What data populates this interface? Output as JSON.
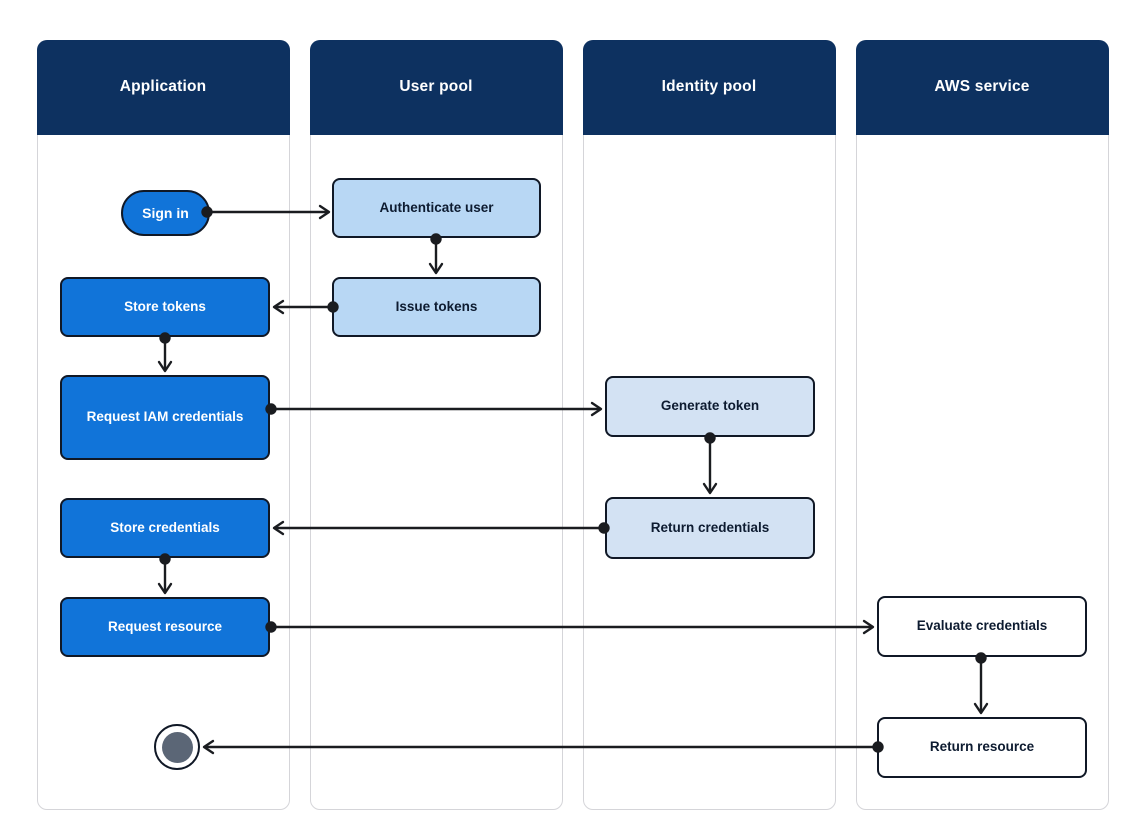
{
  "diagram": {
    "lanes": [
      {
        "id": "application",
        "label": "Application"
      },
      {
        "id": "user-pool",
        "label": "User pool"
      },
      {
        "id": "identity-pool",
        "label": "Identity pool"
      },
      {
        "id": "aws-service",
        "label": "AWS service"
      }
    ],
    "nodes": {
      "sign_in": "Sign in",
      "authenticate_user": "Authenticate user",
      "store_tokens": "Store tokens",
      "issue_tokens": "Issue tokens",
      "request_iam_credentials": "Request IAM credentials",
      "generate_token": "Generate token",
      "store_credentials": "Store credentials",
      "return_credentials": "Return credentials",
      "request_resource": "Request resource",
      "evaluate_credentials": "Evaluate credentials",
      "return_resource": "Return resource",
      "end_state": "end"
    },
    "edges": [
      {
        "from": "sign_in",
        "to": "authenticate_user"
      },
      {
        "from": "authenticate_user",
        "to": "issue_tokens"
      },
      {
        "from": "issue_tokens",
        "to": "store_tokens"
      },
      {
        "from": "store_tokens",
        "to": "request_iam_credentials"
      },
      {
        "from": "request_iam_credentials",
        "to": "generate_token"
      },
      {
        "from": "generate_token",
        "to": "return_credentials"
      },
      {
        "from": "return_credentials",
        "to": "store_credentials"
      },
      {
        "from": "store_credentials",
        "to": "request_resource"
      },
      {
        "from": "request_resource",
        "to": "evaluate_credentials"
      },
      {
        "from": "evaluate_credentials",
        "to": "return_resource"
      },
      {
        "from": "return_resource",
        "to": "end_state"
      }
    ],
    "colors": {
      "lane_header_bg": "#0d3160",
      "lane_header_text": "#ffffff",
      "lane_border": "#d5d5d9",
      "primary_box_bg": "#1174d9",
      "primary_box_text": "#ffffff",
      "userpool_box_bg": "#b8d7f4",
      "identitypool_box_bg": "#d3e2f3",
      "service_box_bg": "#ffffff",
      "box_border": "#101826",
      "box_text_dark": "#0d1b30",
      "connector": "#1a1c20",
      "end_node_inner": "#5b6676"
    }
  }
}
